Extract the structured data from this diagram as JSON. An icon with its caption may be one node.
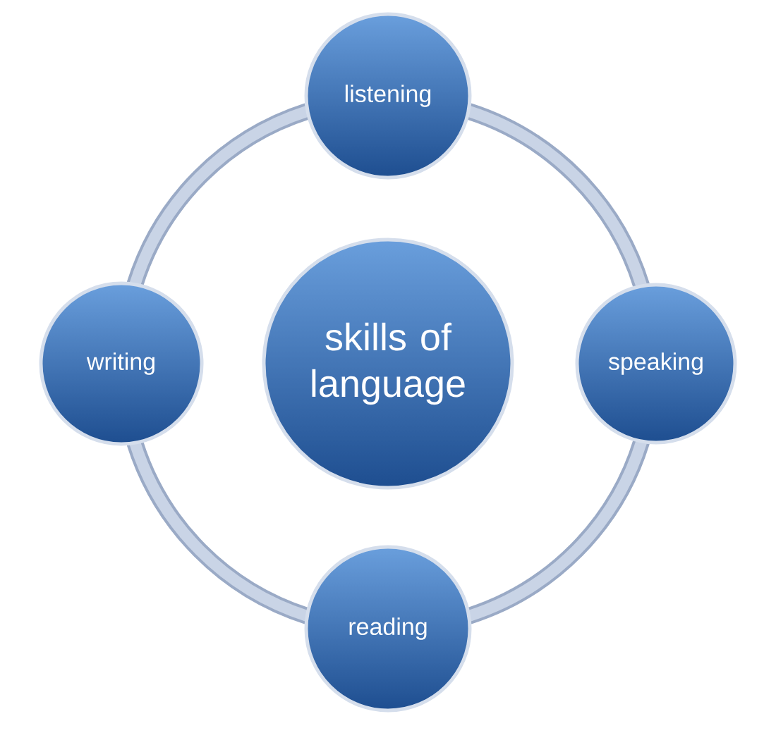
{
  "diagram": {
    "nodes": [
      {
        "text": [
          "skills of language"
        ]
      },
      {
        "text": [
          "listening"
        ]
      },
      {
        "text": [
          "speaking"
        ]
      },
      {
        "text": [
          "reading"
        ]
      },
      {
        "text": [
          "writing"
        ]
      }
    ],
    "edges": [
      {
        "from": 1,
        "to": 2,
        "arrow": "none"
      },
      {
        "from": 2,
        "to": 3,
        "arrow": "none"
      },
      {
        "from": 3,
        "to": 4,
        "arrow": "none"
      },
      {
        "from": 4,
        "to": 1,
        "arrow": "none"
      }
    ]
  }
}
